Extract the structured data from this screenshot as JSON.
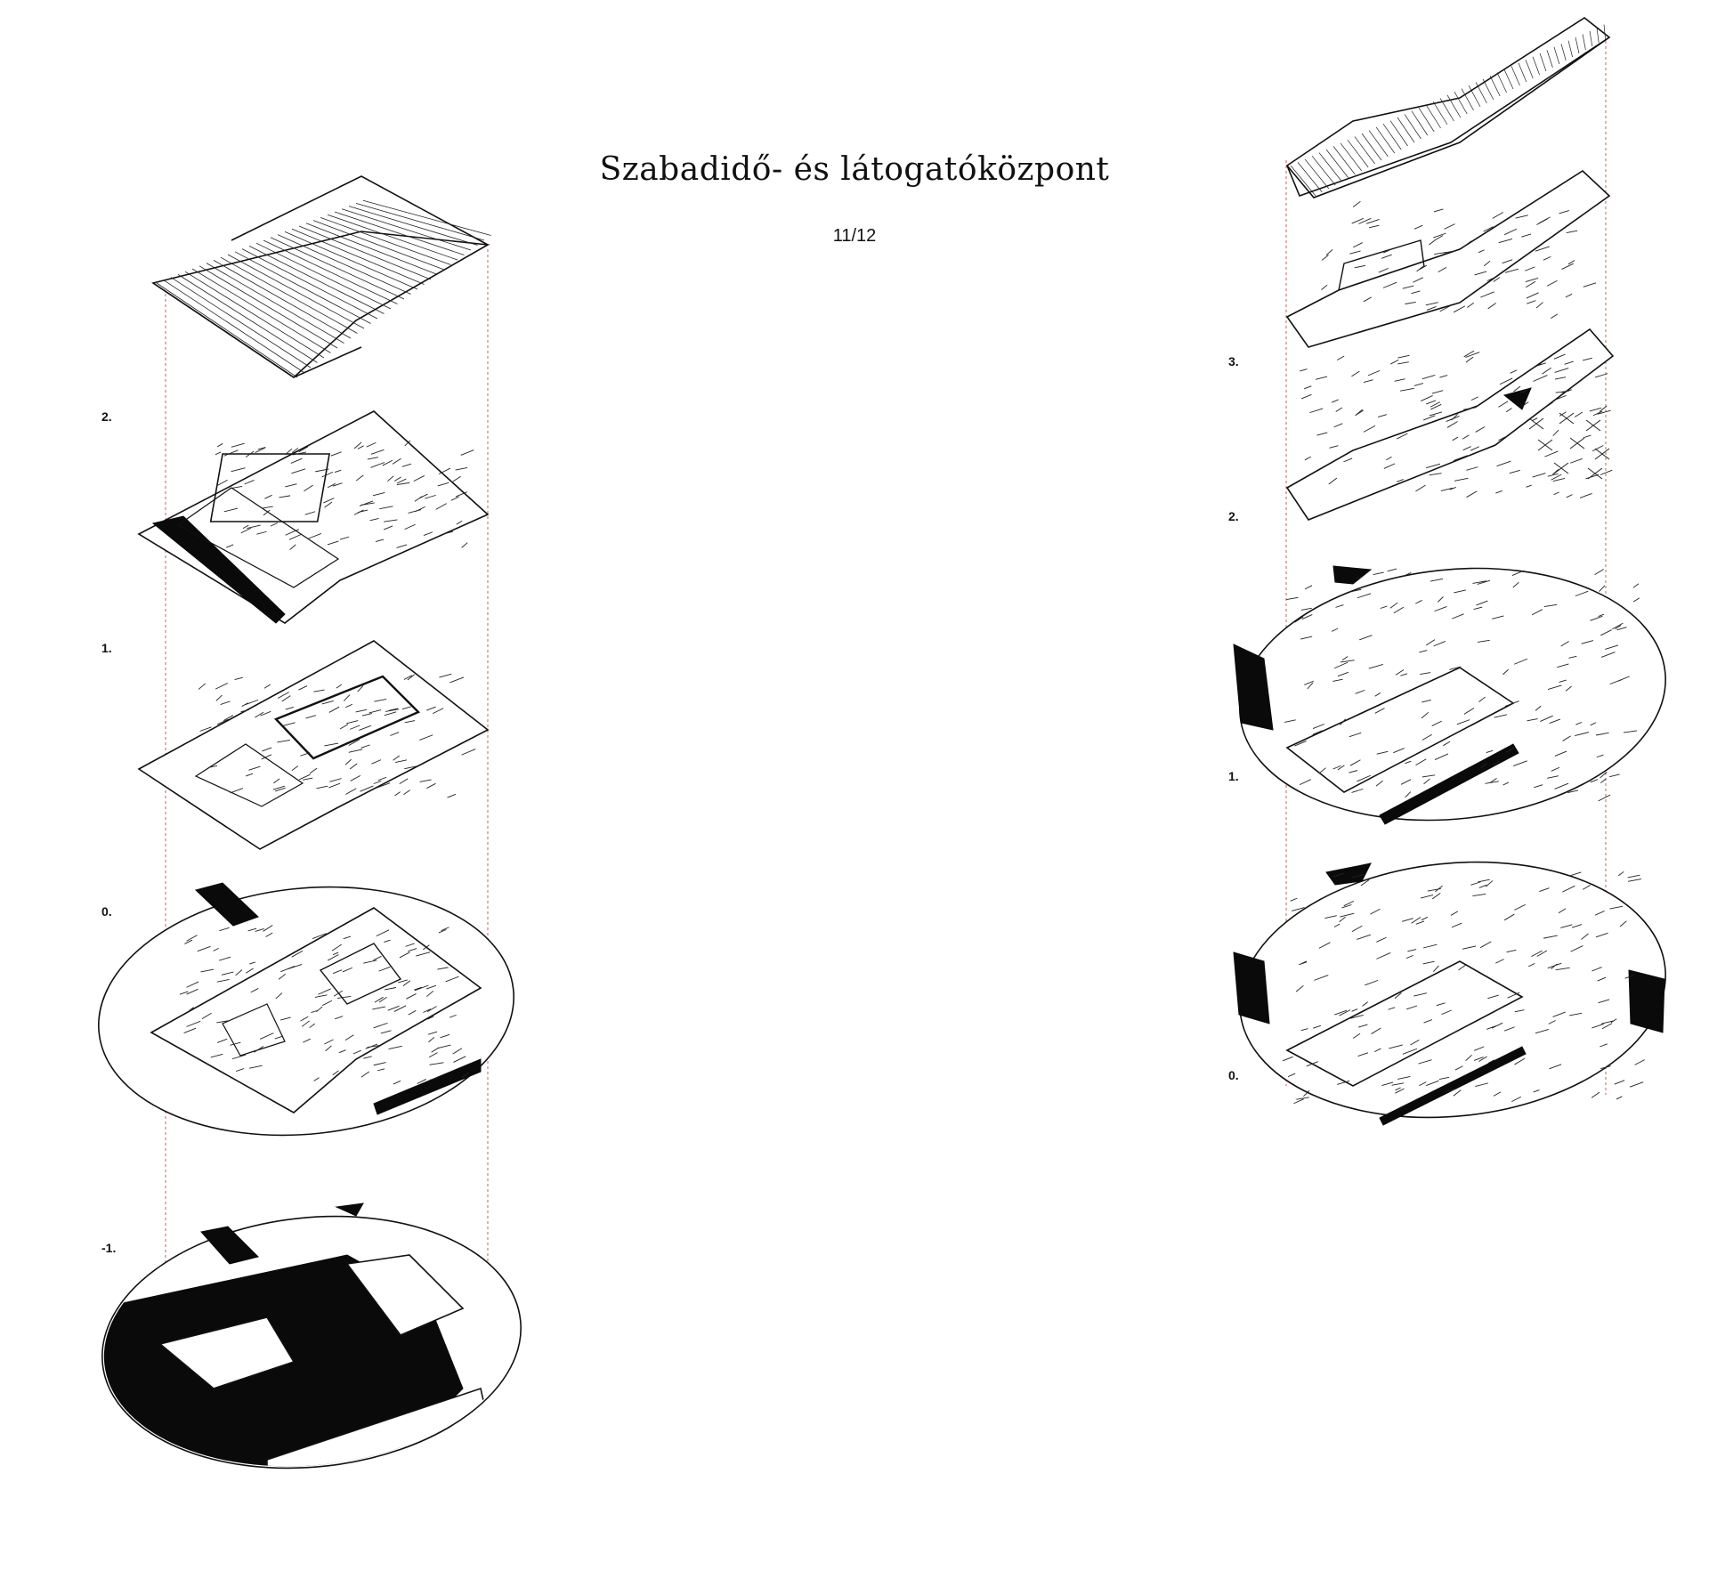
{
  "title": "Szabadidő- és látogatóközpont",
  "page_number": "11/12",
  "left_levels": [
    "2.",
    "1.",
    "0.",
    "-1."
  ],
  "right_levels": [
    "3.",
    "2.",
    "1.",
    "0."
  ],
  "colors": {
    "ink": "#111111",
    "guide": "#c0392b",
    "paper": "#ffffff"
  }
}
